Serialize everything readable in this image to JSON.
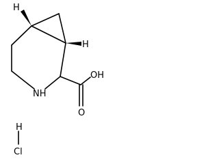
{
  "atoms": {
    "h_top_left": "H",
    "h_top_right": "H",
    "nh": "NH",
    "oh": "OH",
    "o": "O",
    "hcl_h": "H",
    "cl": "Cl"
  },
  "colors": {
    "ink": "#000000",
    "background": "#ffffff"
  }
}
